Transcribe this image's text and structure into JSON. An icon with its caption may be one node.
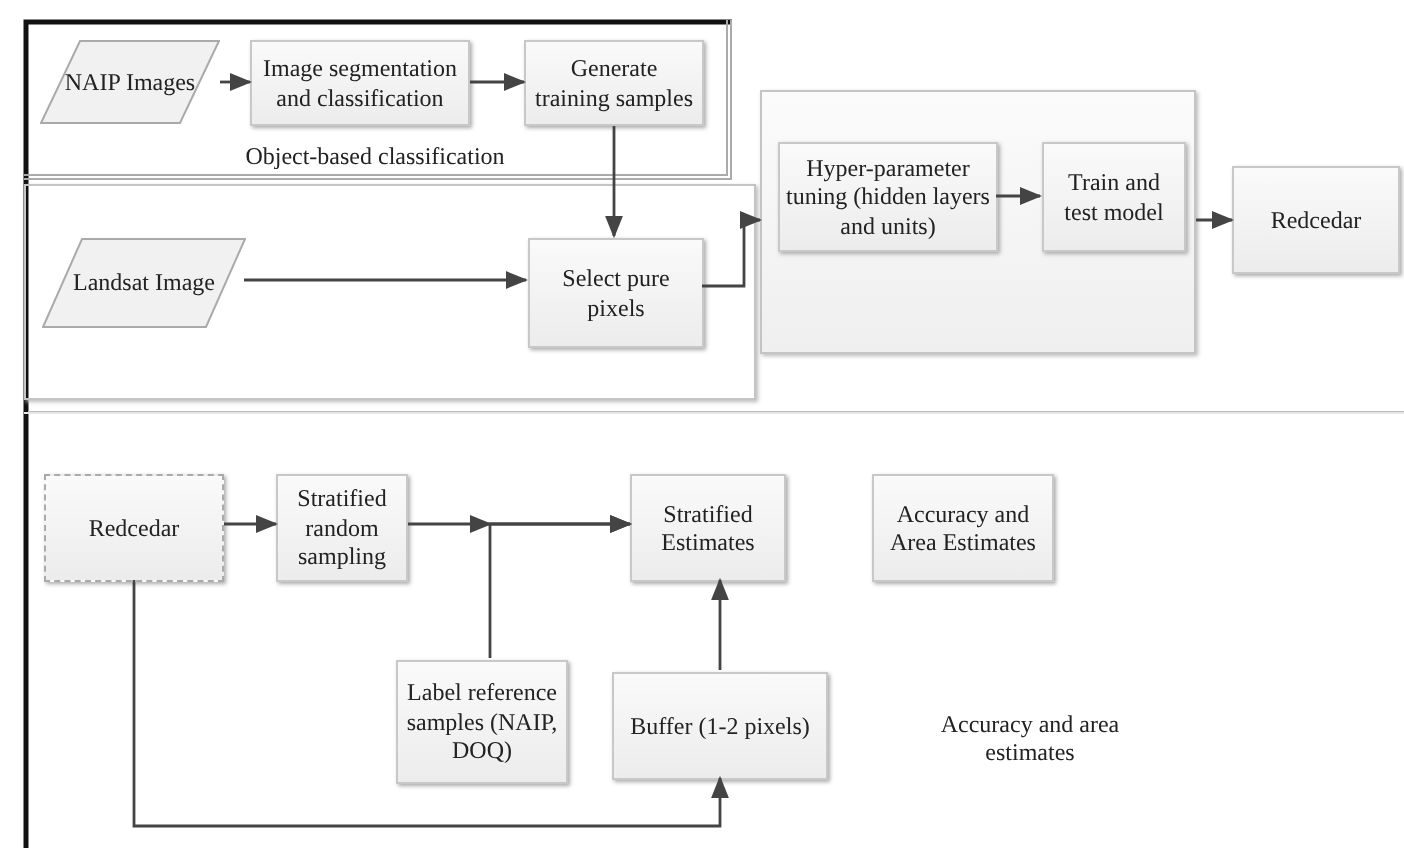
{
  "diagram": {
    "nodes": [
      {
        "text": [
          "Object-based classification"
        ]
      },
      {
        "text": [
          "NAIP Images"
        ],
        "in": 0
      },
      {
        "text": [
          "Image segmentation and classification"
        ],
        "in": 0
      },
      {
        "text": [
          "Generate training samples"
        ],
        "in": 0
      },
      {
        "text": [],
        "shape": "box"
      },
      {
        "text": [
          "Landsat Image"
        ],
        "in": 4
      },
      {
        "text": [
          "Select pure pixels"
        ],
        "in": 4
      },
      {
        "text": [],
        "shape": "box"
      },
      {
        "text": [
          "Hyper-parameter tuning (hidden layers and units)"
        ],
        "in": 7
      },
      {
        "text": [
          "Train and test model"
        ],
        "in": 7
      },
      {
        "text": [
          "Redcedar"
        ]
      },
      {
        "text": [
          "Accuracy and area estimates"
        ]
      },
      {
        "text": [
          "Redcedar"
        ],
        "in": 11
      },
      {
        "text": [
          "Stratified random sampling"
        ],
        "in": 11
      },
      {
        "text": [
          "Stratified Estimates"
        ],
        "in": 11
      },
      {
        "text": [
          "Accuracy and Area Estimates"
        ],
        "in": 11
      },
      {
        "text": [
          "Label reference samples (NAIP, DOQ)"
        ],
        "in": 11
      },
      {
        "text": [
          "Buffer (1-2 pixels)"
        ],
        "in": 11
      }
    ],
    "edges": [
      {
        "from": 1,
        "to": 2,
        "arrow": "to"
      },
      {
        "from": 2,
        "to": 3,
        "arrow": "to"
      },
      {
        "from": 3,
        "to": 6,
        "arrow": "to"
      },
      {
        "from": 5,
        "to": 6,
        "arrow": "to"
      },
      {
        "from": 6,
        "to": 7,
        "arrow": "to"
      },
      {
        "from": 8,
        "to": 9,
        "arrow": "to"
      },
      {
        "from": 7,
        "to": 10,
        "arrow": "to"
      },
      {
        "from": 12,
        "to": 13,
        "arrow": "to"
      },
      {
        "from": 13,
        "to": 14,
        "arrow": "to"
      },
      {
        "from": 16,
        "to": 14,
        "arrow": "to"
      },
      {
        "from": 12,
        "to": 17,
        "arrow": "to"
      },
      {
        "from": 17,
        "to": 14,
        "arrow": "to"
      }
    ]
  }
}
